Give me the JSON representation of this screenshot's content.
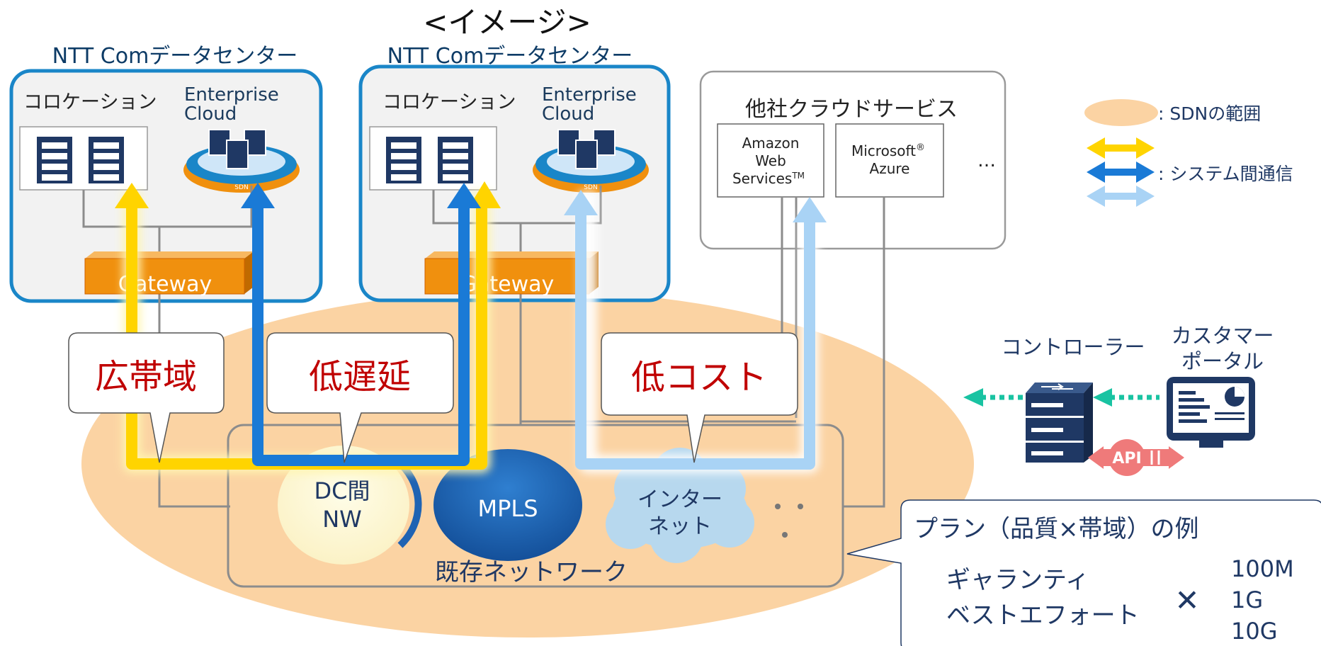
{
  "title": "<イメージ>",
  "colors": {
    "ntt_blue": "#1a86c8",
    "box_bg": "#f2f2f2",
    "sdn_area": "#fbd3a3",
    "yellow_flow": "#ffd400",
    "blue_flow": "#1a7ad6",
    "lightblue_flow": "#a9d3f5",
    "gateway": "#f0900e",
    "red_text": "#c00000",
    "dark_navy": "#1f3864",
    "mpls": "#1f63b3",
    "teal_dots": "#19c3a2",
    "api_red": "#ef7a7a"
  },
  "datacenters": [
    {
      "title": "NTT Comデータセンター",
      "colocation": "コロケーション",
      "ec_line1": "Enterprise",
      "ec_line2": "Cloud",
      "sdn": "SDN",
      "gateway": "Gateway"
    },
    {
      "title": "NTT Comデータセンター",
      "colocation": "コロケーション",
      "ec_line1": "Enterprise",
      "ec_line2": "Cloud",
      "sdn": "SDN",
      "gateway": "Gateway"
    }
  ],
  "other_cloud": {
    "title": "他社クラウドサービス",
    "aws_line1": "Amazon",
    "aws_line2": "Web",
    "aws_line3": "Services",
    "aws_tm": "TM",
    "azure_line1": "Microsoft",
    "azure_reg": "®",
    "azure_line2": "Azure",
    "ellipsis": "…"
  },
  "callouts": {
    "broadband": "広帯域",
    "low_latency": "低遅延",
    "low_cost": "低コスト"
  },
  "network": {
    "label": "既存ネットワーク",
    "dc_line1": "DC間",
    "dc_line2": "NW",
    "mpls": "MPLS",
    "internet_line1": "インター",
    "internet_line2": "ネット"
  },
  "legend": {
    "sdn_scope": ": SDNの範囲",
    "inter_system": ": システム間通信"
  },
  "controller": {
    "controller_label": "コントローラー",
    "portal_line1": "カスタマー",
    "portal_line2": "ポータル",
    "api": "API"
  },
  "plan": {
    "title": "プラン（品質×帯域）の例",
    "quality1": "ギャランティ",
    "quality2": "ベストエフォート",
    "times": "✕",
    "bw1": "100M",
    "bw2": "1G",
    "bw3": "10G"
  }
}
